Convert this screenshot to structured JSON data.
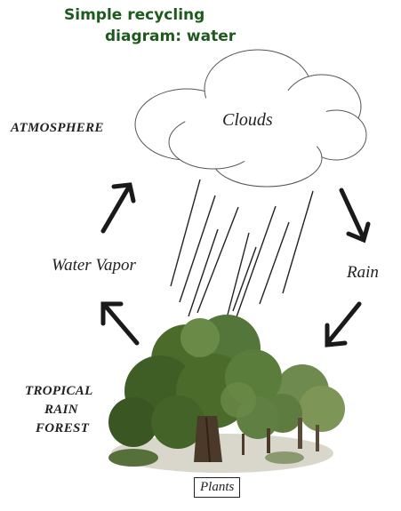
{
  "title": {
    "line1": "Simple recycling",
    "line2": "diagram: water"
  },
  "labels": {
    "atmosphere": "ATMOSPHERE",
    "clouds": "Clouds",
    "rain": "Rain",
    "water_vapor": "Water Vapor",
    "forest_line1": "TROPICAL",
    "forest_line2": "RAIN",
    "forest_line3": "FOREST",
    "plants": "Plants"
  },
  "colors": {
    "title": "#1e5a1e",
    "arrows": "#1a1a1a",
    "foliage": "#4a6b2a"
  }
}
